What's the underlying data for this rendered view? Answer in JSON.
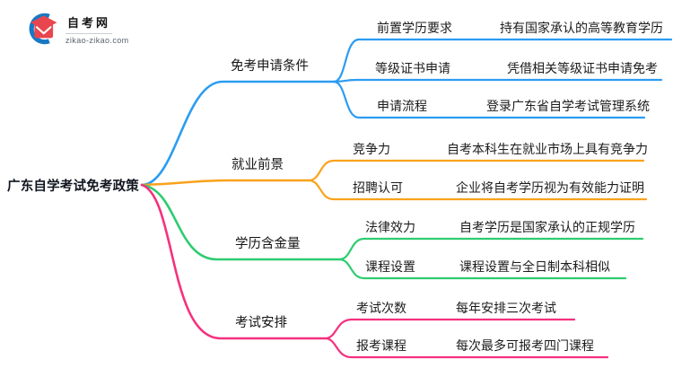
{
  "logo": {
    "title": "自考网",
    "domain": "zikao-zikao.com",
    "icon": "graduation-cap-icon",
    "blue": "#1779c4",
    "red": "#e8464f"
  },
  "root": {
    "title": "广东自学考试免考政策"
  },
  "palette": {
    "branch1": "#2b9cf2",
    "branch2": "#faa21b",
    "branch3": "#2ecc71",
    "branch4": "#f5317f",
    "text": "#1c1c1c"
  },
  "branches": [
    {
      "label": "免考申请条件",
      "color": "#2b9cf2",
      "children": [
        {
          "label": "前置学历要求",
          "value": "持有国家承认的高等教育学历"
        },
        {
          "label": "等级证书申请",
          "value": "凭借相关等级证书申请免考"
        },
        {
          "label": "申请流程",
          "value": "登录广东省自学考试管理系统"
        }
      ]
    },
    {
      "label": "就业前景",
      "color": "#faa21b",
      "children": [
        {
          "label": "竞争力",
          "value": "自考本科生在就业市场上具有竞争力"
        },
        {
          "label": "招聘认可",
          "value": "企业将自考学历视为有效能力证明"
        }
      ]
    },
    {
      "label": "学历含金量",
      "color": "#2ecc71",
      "children": [
        {
          "label": "法律效力",
          "value": "自考学历是国家承认的正规学历"
        },
        {
          "label": "课程设置",
          "value": "课程设置与全日制本科相似"
        }
      ]
    },
    {
      "label": "考试安排",
      "color": "#f5317f",
      "children": [
        {
          "label": "考试次数",
          "value": "每年安排三次考试"
        },
        {
          "label": "报考课程",
          "value": "每次最多可报考四门课程"
        }
      ]
    }
  ]
}
